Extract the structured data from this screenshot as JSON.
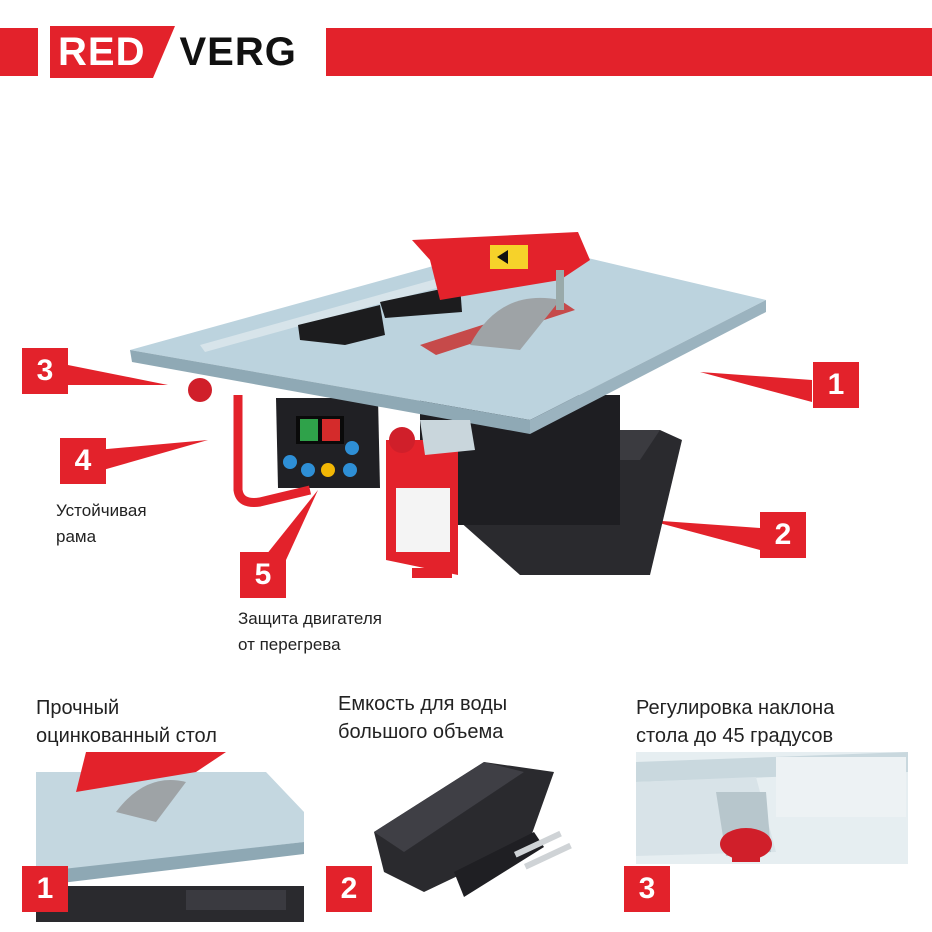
{
  "brand": {
    "part1": "RED",
    "part2": "VERG"
  },
  "colors": {
    "accent": "#e3222b",
    "table": "#aecbd8",
    "tray": "#2a2a2e"
  },
  "callouts": [
    {
      "number": "1"
    },
    {
      "number": "2"
    },
    {
      "number": "3"
    },
    {
      "number": "4",
      "text_line1": "Устойчивая",
      "text_line2": "рама"
    },
    {
      "number": "5",
      "text_line1": "Защита двигателя",
      "text_line2": "от перегрева"
    }
  ],
  "features": [
    {
      "number": "1",
      "line1": "Прочный",
      "line2": "оцинкованный стол"
    },
    {
      "number": "2",
      "line1": "Емкость для воды",
      "line2": "большого объема"
    },
    {
      "number": "3",
      "line1": "Регулировка наклона",
      "line2": "стола до 45 градусов"
    }
  ]
}
